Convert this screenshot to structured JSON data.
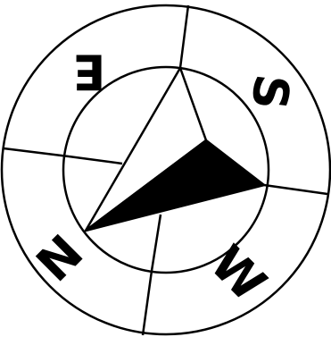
{
  "compass": {
    "letters": {
      "north": "N",
      "east": "E",
      "south": "S",
      "west": "W"
    },
    "colors": {
      "stroke": "#000000",
      "background": "#ffffff",
      "needle_dark": "#000000",
      "needle_light": "#ffffff"
    }
  }
}
